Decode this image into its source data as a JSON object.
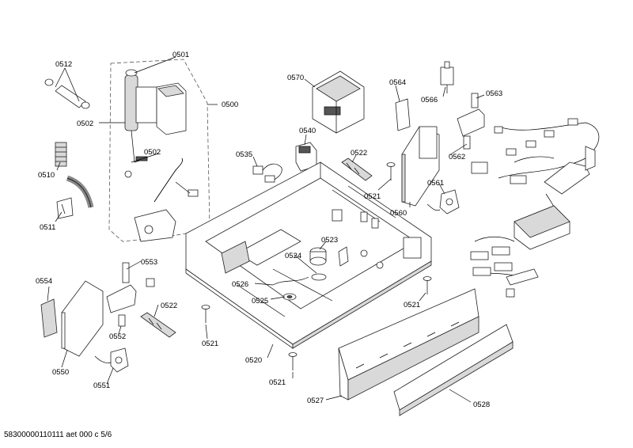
{
  "diagram": {
    "labels": {
      "p0501": "0501",
      "p0512": "0512",
      "p0500": "0500",
      "p0502a": "0502",
      "p0502b": "0502",
      "p0510": "0510",
      "p0511": "0511",
      "p0570": "0570",
      "p0564": "0564",
      "p0566": "0566",
      "p0563": "0563",
      "p0540": "0540",
      "p0535": "0535",
      "p0522a": "0522",
      "p0521a": "0521",
      "p0562": "0562",
      "p0561": "0561",
      "p0560": "0560",
      "p0523": "0523",
      "p0524": "0524",
      "p0526": "0526",
      "p0525": "0525",
      "p0553": "0553",
      "p0554": "0554",
      "p0522b": "0522",
      "p0552": "0552",
      "p0550": "0550",
      "p0551": "0551",
      "p0521b": "0521",
      "p0520": "0520",
      "p0521c": "0521",
      "p0521d": "0521",
      "p0527": "0527",
      "p0528": "0528"
    },
    "footer": "58300000110111 aet 000 c 5/6"
  }
}
